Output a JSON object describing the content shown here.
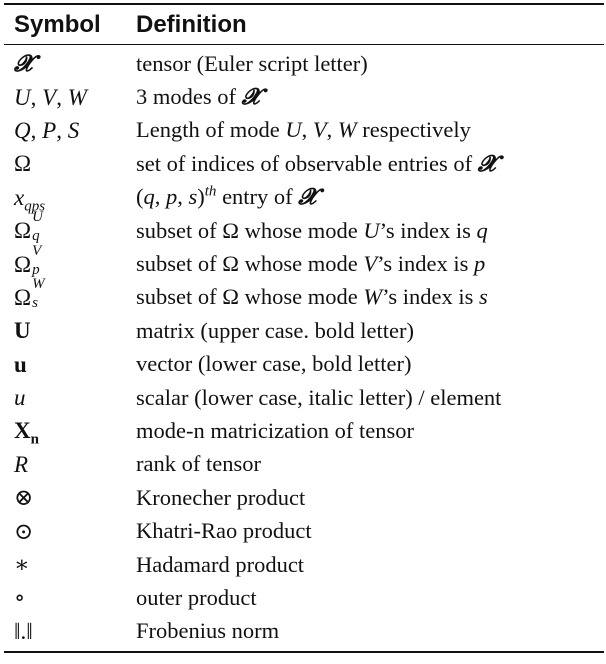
{
  "header": {
    "symbol": "Symbol",
    "definition": "Definition"
  },
  "rows": [
    {
      "symbol": "𝓧",
      "definition": "tensor (Euler script letter)"
    },
    {
      "symbol": "U, V, W",
      "definition": "3 modes of 𝓧"
    },
    {
      "symbol": "Q, P, S",
      "definition": "Length of mode U, V, W respectively"
    },
    {
      "symbol": "Ω",
      "definition": "set of indices of observable entries of 𝓧"
    },
    {
      "symbol": "x_qps",
      "definition": "(q, p, s)^th entry of 𝓧"
    },
    {
      "symbol": "Ω_q^U",
      "definition": "subset of Ω whose mode U’s index is q"
    },
    {
      "symbol": "Ω_p^V",
      "definition": "subset of Ω whose mode V’s index is p"
    },
    {
      "symbol": "Ω_s^W",
      "definition": "subset of Ω whose mode W’s index is s"
    },
    {
      "symbol": "U",
      "definition": "matrix (upper case. bold letter)"
    },
    {
      "symbol": "u",
      "definition": "vector (lower case, bold letter)"
    },
    {
      "symbol": "u",
      "definition": "scalar (lower case, italic letter) / element"
    },
    {
      "symbol": "Xn",
      "definition": "mode-n matricization of tensor"
    },
    {
      "symbol": "R",
      "definition": "rank of tensor"
    },
    {
      "symbol": "⊗",
      "definition": "Kronecher product"
    },
    {
      "symbol": "⊙",
      "definition": "Khatri-Rao product"
    },
    {
      "symbol": "∗",
      "definition": "Hadamard product"
    },
    {
      "symbol": "∘",
      "definition": "outer product"
    },
    {
      "symbol": "‖.‖",
      "definition": "Frobenius norm"
    }
  ],
  "parts": {
    "r0": {
      "X": "𝓧"
    },
    "r1": {
      "U": "U",
      "V": "V",
      "W": "W",
      "comma": ", "
    },
    "r2": {
      "Q": "Q",
      "P": "P",
      "S": "S",
      "comma": ", "
    },
    "r3": {
      "Omega": "Ω"
    },
    "r4": {
      "x": "x",
      "sub": "qps"
    },
    "r5": {
      "Omega": "Ω",
      "sup": "U",
      "sub": "q"
    },
    "r6": {
      "Omega": "Ω",
      "sup": "V",
      "sub": "p"
    },
    "r7": {
      "Omega": "Ω",
      "sup": "W",
      "sub": "s"
    },
    "r8": {
      "U": "U"
    },
    "r9": {
      "u": "u"
    },
    "r10": {
      "u": "u"
    },
    "r11": {
      "X": "X",
      "sub": "n"
    },
    "r12": {
      "R": "R"
    },
    "r13": {
      "op": "⊗"
    },
    "r14": {
      "op": "⊙"
    },
    "r15": {
      "op": "∗"
    },
    "r16": {
      "op": "∘"
    },
    "r17": {
      "op": "‖.‖"
    },
    "d1": {
      "pre": "3 modes of ",
      "X": "𝓧"
    },
    "d2": {
      "pre": "Length of mode ",
      "U": "U",
      "V": "V",
      "W": "W",
      "comma": ", ",
      "post": " respectively"
    },
    "d3": {
      "pre": "set of indices of observable entries of ",
      "X": "𝓧"
    },
    "d4": {
      "open": "(",
      "q": "q",
      "p": "p",
      "s": "s",
      "comma": ", ",
      "close": ")",
      "sup": "th",
      "post": " entry of ",
      "X": "𝓧"
    },
    "d5": {
      "pre": "subset of Ω whose mode ",
      "M": "U",
      "mid": "’s index is ",
      "i": "q"
    },
    "d6": {
      "pre": "subset of Ω whose mode ",
      "M": "V",
      "mid": "’s index is ",
      "i": "p"
    },
    "d7": {
      "pre": "subset of Ω whose mode ",
      "M": "W",
      "mid": "’s index is ",
      "i": "s"
    }
  }
}
